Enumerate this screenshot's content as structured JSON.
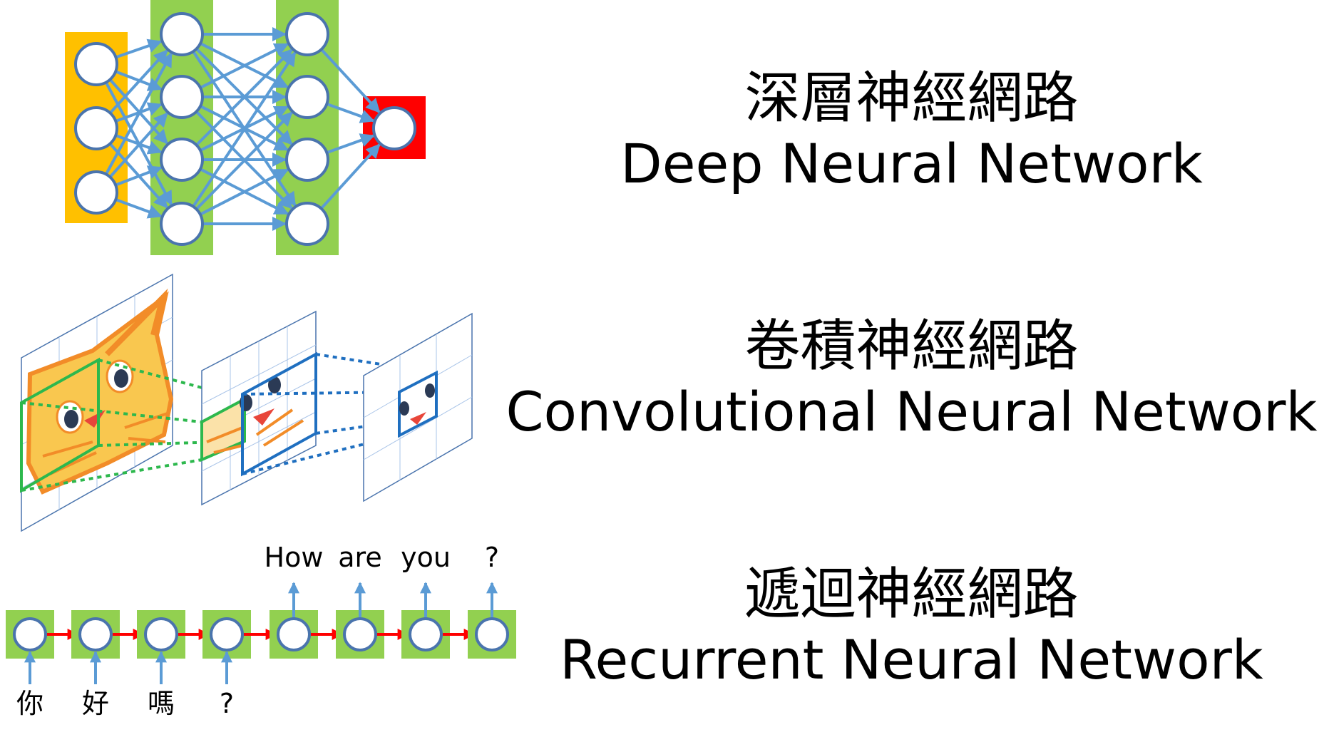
{
  "sections": [
    {
      "zh": "深層神經網路",
      "en": "Deep Neural Network"
    },
    {
      "zh": "卷積神經網路",
      "en": "Convolutional Neural Network"
    },
    {
      "zh": "遞迴神經網路",
      "en": "Recurrent Neural Network"
    }
  ],
  "rnn": {
    "inputs": [
      "你",
      "好",
      "嗎",
      "?"
    ],
    "outputs": [
      "How",
      "are",
      "you",
      "?"
    ]
  },
  "colors": {
    "input_layer": "#ffc000",
    "hidden_layer": "#92d050",
    "output_layer": "#ff0000",
    "node_border": "#4a74ad",
    "connection": "#5b9bd5",
    "cat_orange": "#f9a825",
    "filter_green": "#2db84d",
    "filter_blue": "#1f6fc0",
    "recurrent_arrow": "#ff0000"
  }
}
